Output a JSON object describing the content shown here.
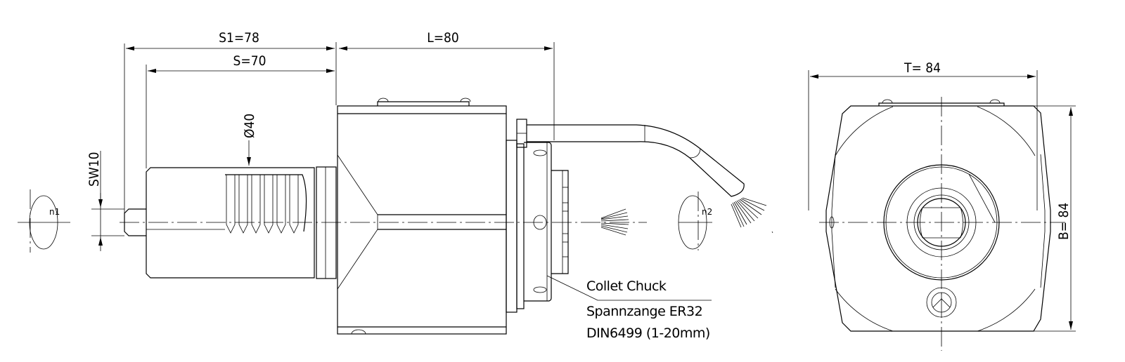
{
  "side_view": {
    "dim_s1": "S1=78",
    "dim_s": "S=70",
    "dim_l": "L=80",
    "dim_diameter": "Ø40",
    "dim_sw": "SW10",
    "rotation_input": "n1",
    "rotation_output": "n2",
    "label": {
      "line1": "Collet Chuck",
      "line2": "Spannzange ER32",
      "line3": "DIN6499 (1-20mm)"
    }
  },
  "front_view": {
    "dim_t": "T= 84",
    "dim_b": "B= 84"
  }
}
